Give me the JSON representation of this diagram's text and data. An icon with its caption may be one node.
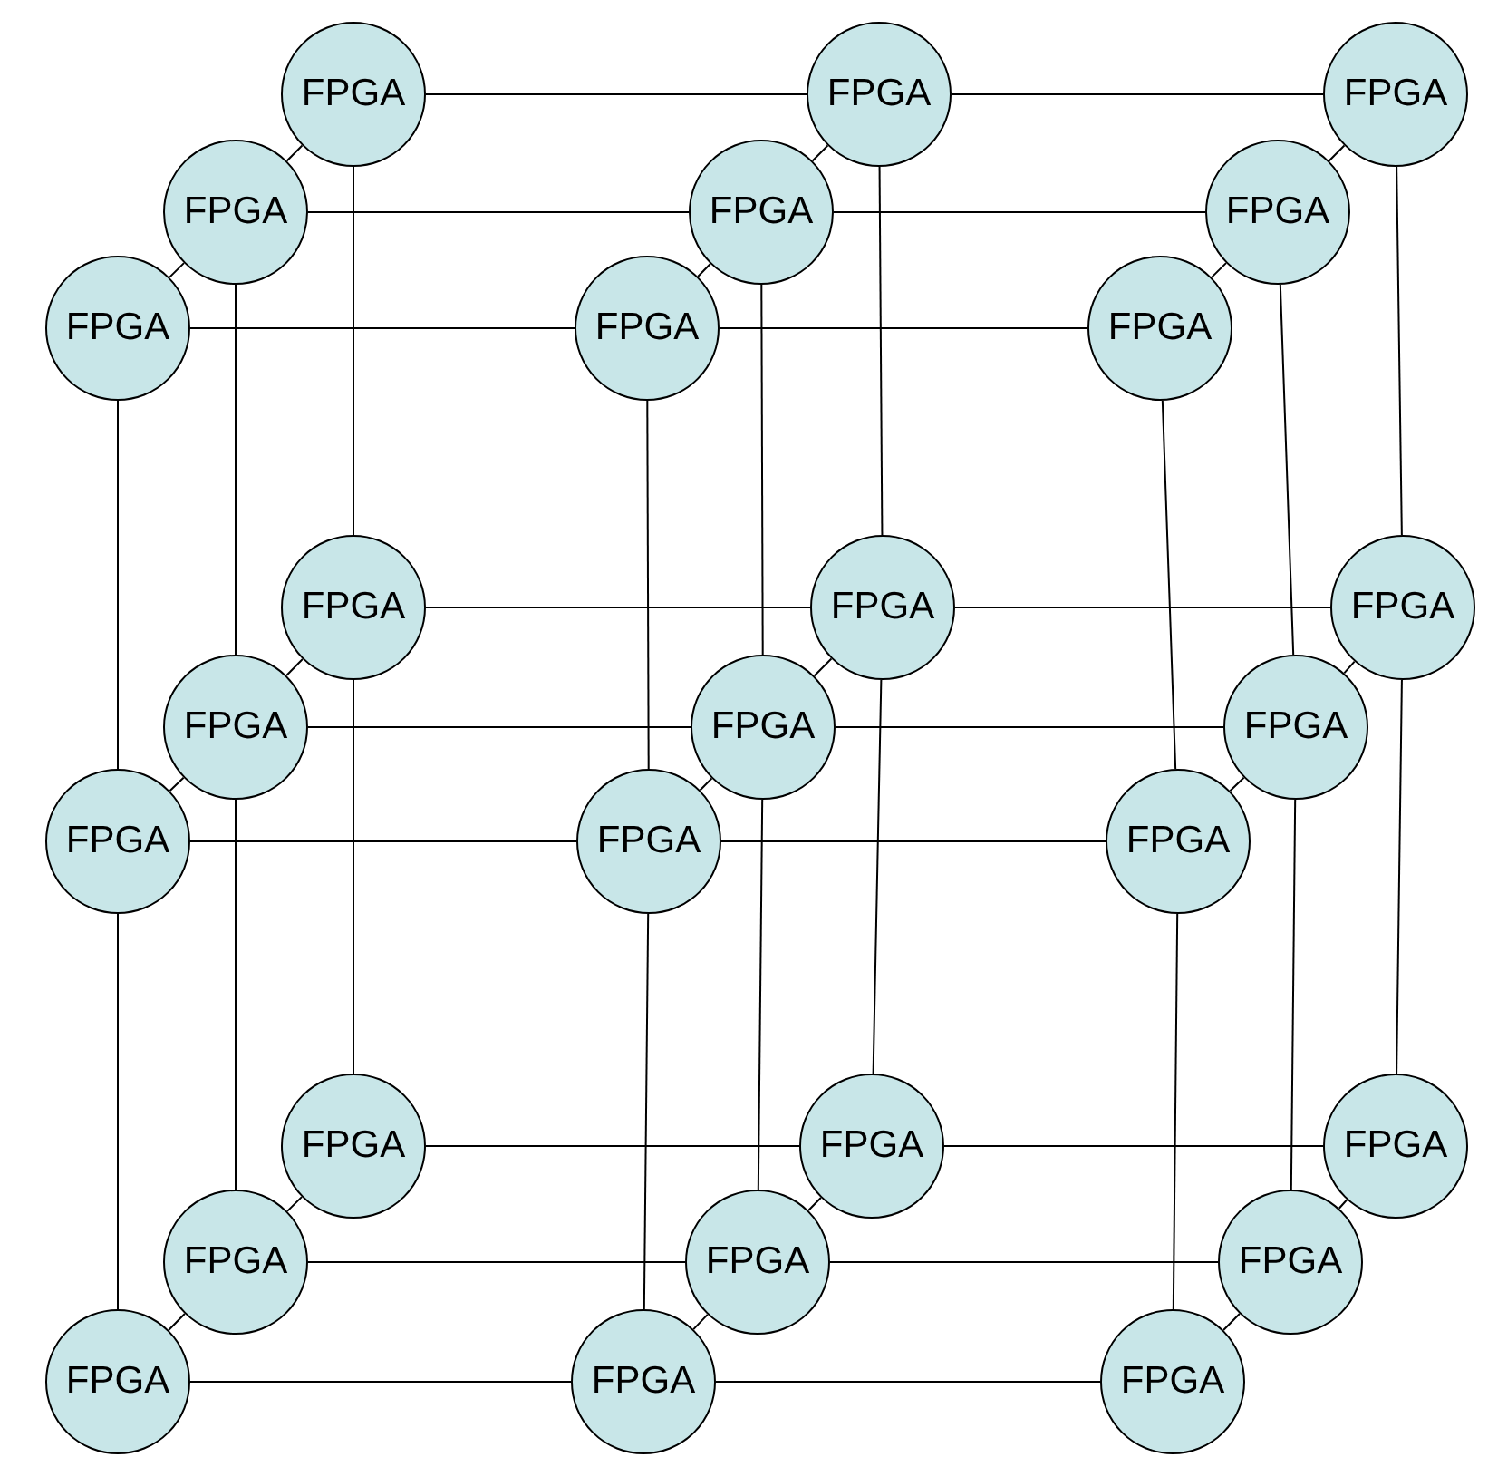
{
  "diagram": {
    "nodes": [
      {
        "text": [
          "FPGA"
        ]
      },
      {
        "text": [
          "FPGA"
        ]
      },
      {
        "text": [
          "FPGA"
        ]
      },
      {
        "text": [
          "FPGA"
        ]
      },
      {
        "text": [
          "FPGA"
        ]
      },
      {
        "text": [
          "FPGA"
        ]
      },
      {
        "text": [
          "FPGA"
        ]
      },
      {
        "text": [
          "FPGA"
        ]
      },
      {
        "text": [
          "FPGA"
        ]
      },
      {
        "text": [
          "FPGA"
        ]
      },
      {
        "text": [
          "FPGA"
        ]
      },
      {
        "text": [
          "FPGA"
        ]
      },
      {
        "text": [
          "FPGA"
        ]
      },
      {
        "text": [
          "FPGA"
        ]
      },
      {
        "text": [
          "FPGA"
        ]
      },
      {
        "text": [
          "FPGA"
        ]
      },
      {
        "text": [
          "FPGA"
        ]
      },
      {
        "text": [
          "FPGA"
        ]
      },
      {
        "text": [
          "FPGA"
        ]
      },
      {
        "text": [
          "FPGA"
        ]
      },
      {
        "text": [
          "FPGA"
        ]
      },
      {
        "text": [
          "FPGA"
        ]
      },
      {
        "text": [
          "FPGA"
        ]
      },
      {
        "text": [
          "FPGA"
        ]
      },
      {
        "text": [
          "FPGA"
        ]
      },
      {
        "text": [
          "FPGA"
        ]
      },
      {
        "text": [
          "FPGA"
        ]
      }
    ],
    "edges": [
      {
        "from": 0,
        "to": 1,
        "arrow": "none"
      },
      {
        "from": 1,
        "to": 2,
        "arrow": "none"
      },
      {
        "from": 3,
        "to": 4,
        "arrow": "none"
      },
      {
        "from": 4,
        "to": 5,
        "arrow": "none"
      },
      {
        "from": 6,
        "to": 7,
        "arrow": "none"
      },
      {
        "from": 7,
        "to": 8,
        "arrow": "none"
      },
      {
        "from": 9,
        "to": 10,
        "arrow": "none"
      },
      {
        "from": 10,
        "to": 11,
        "arrow": "none"
      },
      {
        "from": 12,
        "to": 13,
        "arrow": "none"
      },
      {
        "from": 13,
        "to": 14,
        "arrow": "none"
      },
      {
        "from": 15,
        "to": 16,
        "arrow": "none"
      },
      {
        "from": 16,
        "to": 17,
        "arrow": "none"
      },
      {
        "from": 18,
        "to": 19,
        "arrow": "none"
      },
      {
        "from": 19,
        "to": 20,
        "arrow": "none"
      },
      {
        "from": 21,
        "to": 22,
        "arrow": "none"
      },
      {
        "from": 22,
        "to": 23,
        "arrow": "none"
      },
      {
        "from": 24,
        "to": 25,
        "arrow": "none"
      },
      {
        "from": 25,
        "to": 26,
        "arrow": "none"
      },
      {
        "from": 0,
        "to": 3,
        "arrow": "none"
      },
      {
        "from": 3,
        "to": 6,
        "arrow": "none"
      },
      {
        "from": 1,
        "to": 4,
        "arrow": "none"
      },
      {
        "from": 4,
        "to": 7,
        "arrow": "none"
      },
      {
        "from": 2,
        "to": 5,
        "arrow": "none"
      },
      {
        "from": 5,
        "to": 8,
        "arrow": "none"
      },
      {
        "from": 9,
        "to": 12,
        "arrow": "none"
      },
      {
        "from": 12,
        "to": 15,
        "arrow": "none"
      },
      {
        "from": 10,
        "to": 13,
        "arrow": "none"
      },
      {
        "from": 13,
        "to": 16,
        "arrow": "none"
      },
      {
        "from": 11,
        "to": 14,
        "arrow": "none"
      },
      {
        "from": 14,
        "to": 17,
        "arrow": "none"
      },
      {
        "from": 18,
        "to": 21,
        "arrow": "none"
      },
      {
        "from": 21,
        "to": 24,
        "arrow": "none"
      },
      {
        "from": 19,
        "to": 22,
        "arrow": "none"
      },
      {
        "from": 22,
        "to": 25,
        "arrow": "none"
      },
      {
        "from": 20,
        "to": 23,
        "arrow": "none"
      },
      {
        "from": 23,
        "to": 26,
        "arrow": "none"
      },
      {
        "from": 0,
        "to": 9,
        "arrow": "none"
      },
      {
        "from": 9,
        "to": 18,
        "arrow": "none"
      },
      {
        "from": 1,
        "to": 10,
        "arrow": "none"
      },
      {
        "from": 10,
        "to": 19,
        "arrow": "none"
      },
      {
        "from": 2,
        "to": 11,
        "arrow": "none"
      },
      {
        "from": 11,
        "to": 20,
        "arrow": "none"
      },
      {
        "from": 3,
        "to": 12,
        "arrow": "none"
      },
      {
        "from": 12,
        "to": 21,
        "arrow": "none"
      },
      {
        "from": 4,
        "to": 13,
        "arrow": "none"
      },
      {
        "from": 13,
        "to": 22,
        "arrow": "none"
      },
      {
        "from": 5,
        "to": 14,
        "arrow": "none"
      },
      {
        "from": 14,
        "to": 23,
        "arrow": "none"
      },
      {
        "from": 6,
        "to": 15,
        "arrow": "none"
      },
      {
        "from": 15,
        "to": 24,
        "arrow": "none"
      },
      {
        "from": 7,
        "to": 16,
        "arrow": "none"
      },
      {
        "from": 16,
        "to": 25,
        "arrow": "none"
      },
      {
        "from": 8,
        "to": 17,
        "arrow": "none"
      },
      {
        "from": 17,
        "to": 26,
        "arrow": "none"
      }
    ]
  }
}
